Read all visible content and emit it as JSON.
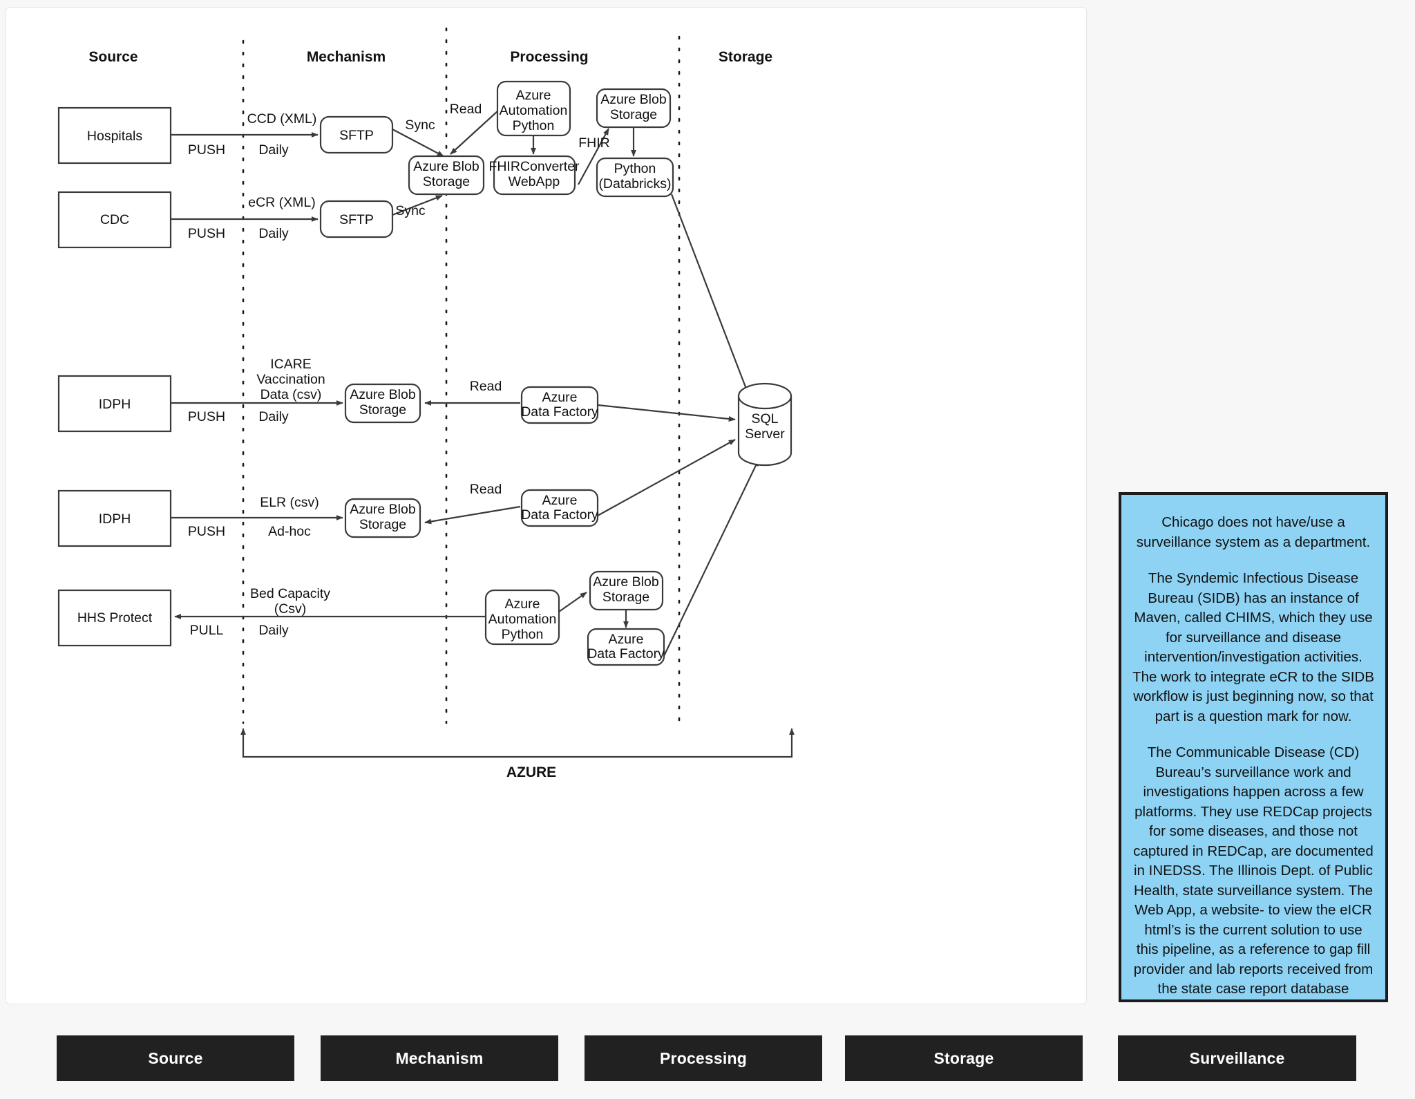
{
  "lanes": [
    {
      "title": "Source"
    },
    {
      "title": "Mechanism"
    },
    {
      "title": "Processing"
    },
    {
      "title": "Storage"
    }
  ],
  "nodes": {
    "hospitals": "Hospitals",
    "cdc": "CDC",
    "idph_icare": "IDPH",
    "idph_elr": "IDPH",
    "hhs_protect": "HHS Protect",
    "sftp_1": "SFTP",
    "sftp_2": "SFTP",
    "blob_top": {
      "line1": "Azure Blob",
      "line2": "Storage"
    },
    "azure_automation_top": {
      "line1": "Azure",
      "line2": "Automation",
      "line3": "Python"
    },
    "fhir_converter": {
      "line1": "FHIRConverter",
      "line2": "WebApp"
    },
    "blob_fhir": {
      "line1": "Azure Blob",
      "line2": "Storage"
    },
    "python_databricks": {
      "line1": "Python",
      "line2": "(Databricks)"
    },
    "blob_icare": {
      "line1": "Azure Blob",
      "line2": "Storage"
    },
    "adf_icare": {
      "line1": "Azure",
      "line2": "Data Factory"
    },
    "blob_elr": {
      "line1": "Azure Blob",
      "line2": "Storage"
    },
    "adf_elr": {
      "line1": "Azure",
      "line2": "Data Factory"
    },
    "azure_automation_bed": {
      "line1": "Azure",
      "line2": "Automation",
      "line3": "Python"
    },
    "blob_bed": {
      "line1": "Azure Blob",
      "line2": "Storage"
    },
    "adf_bed": {
      "line1": "Azure",
      "line2": "Data Factory"
    },
    "sql_server": {
      "line1": "SQL",
      "line2": "Server"
    }
  },
  "edge_labels": {
    "ccd_xml": "CCD (XML)",
    "push_1": "PUSH",
    "daily_1": "Daily",
    "sync_1": "Sync",
    "ecr_xml": "eCR (XML)",
    "push_2": "PUSH",
    "daily_2": "Daily",
    "sync_2": "Sync",
    "read_top": "Read",
    "fhir": "FHIR",
    "icare_l1": "ICARE",
    "icare_l2": "Vaccination",
    "icare_l3": "Data (csv)",
    "push_3": "PUSH",
    "daily_3": "Daily",
    "read_icare": "Read",
    "elr_csv": "ELR (csv)",
    "push_4": "PUSH",
    "adhoc": "Ad-hoc",
    "read_elr": "Read",
    "bed_l1": "Bed Capacity",
    "bed_l2": "(Csv)",
    "pull": "PULL",
    "daily_4": "Daily"
  },
  "bracket": {
    "label": "AZURE"
  },
  "surveillance": {
    "paragraphs": [
      "Chicago does not have/use a surveillance system as a department.",
      "The Syndemic Infectious Disease Bureau (SIDB) has an instance of Maven, called CHIMS, which they use for surveillance and disease intervention/investigation activities. The work to integrate eCR to the SIDB workflow is just beginning now, so that part is a question mark for now.",
      "The Communicable Disease (CD) Bureau’s surveillance work and investigations happen across a few platforms. They use REDCap projects for some diseases, and those not captured in REDCap, are documented in INEDSS. The Illinois Dept. of Public Health, state surveillance system. The Web App, a website- to view the eICR html’s is the current solution to use this pipeline, as a reference to gap fill provider and lab reports received from the state case report database (INEDSS)."
    ],
    "background_color": "#8ED3F4",
    "border_color": "#1C1C1C"
  },
  "navbar": {
    "buttons": [
      {
        "label": "Source"
      },
      {
        "label": "Mechanism"
      },
      {
        "label": "Processing"
      },
      {
        "label": "Storage"
      },
      {
        "label": "Surveillance"
      }
    ],
    "background_color": "#212121",
    "text_color": "#FFFFFF"
  }
}
